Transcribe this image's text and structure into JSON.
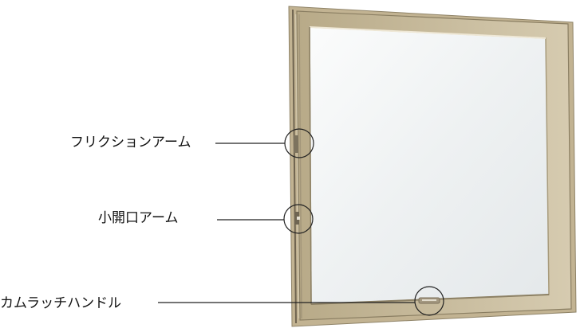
{
  "diagram": {
    "callouts": [
      {
        "id": "friction-arm",
        "label": "フリクションアーム"
      },
      {
        "id": "small-opening-arm",
        "label": "小開口アーム"
      },
      {
        "id": "cam-latch-handle",
        "label": "カムラッチハンドル"
      }
    ]
  },
  "colors": {
    "frame": "#c9bb9a",
    "frame_shadow": "#9c8f72",
    "glass": "#f3f5f6",
    "leader_line": "#222222"
  }
}
